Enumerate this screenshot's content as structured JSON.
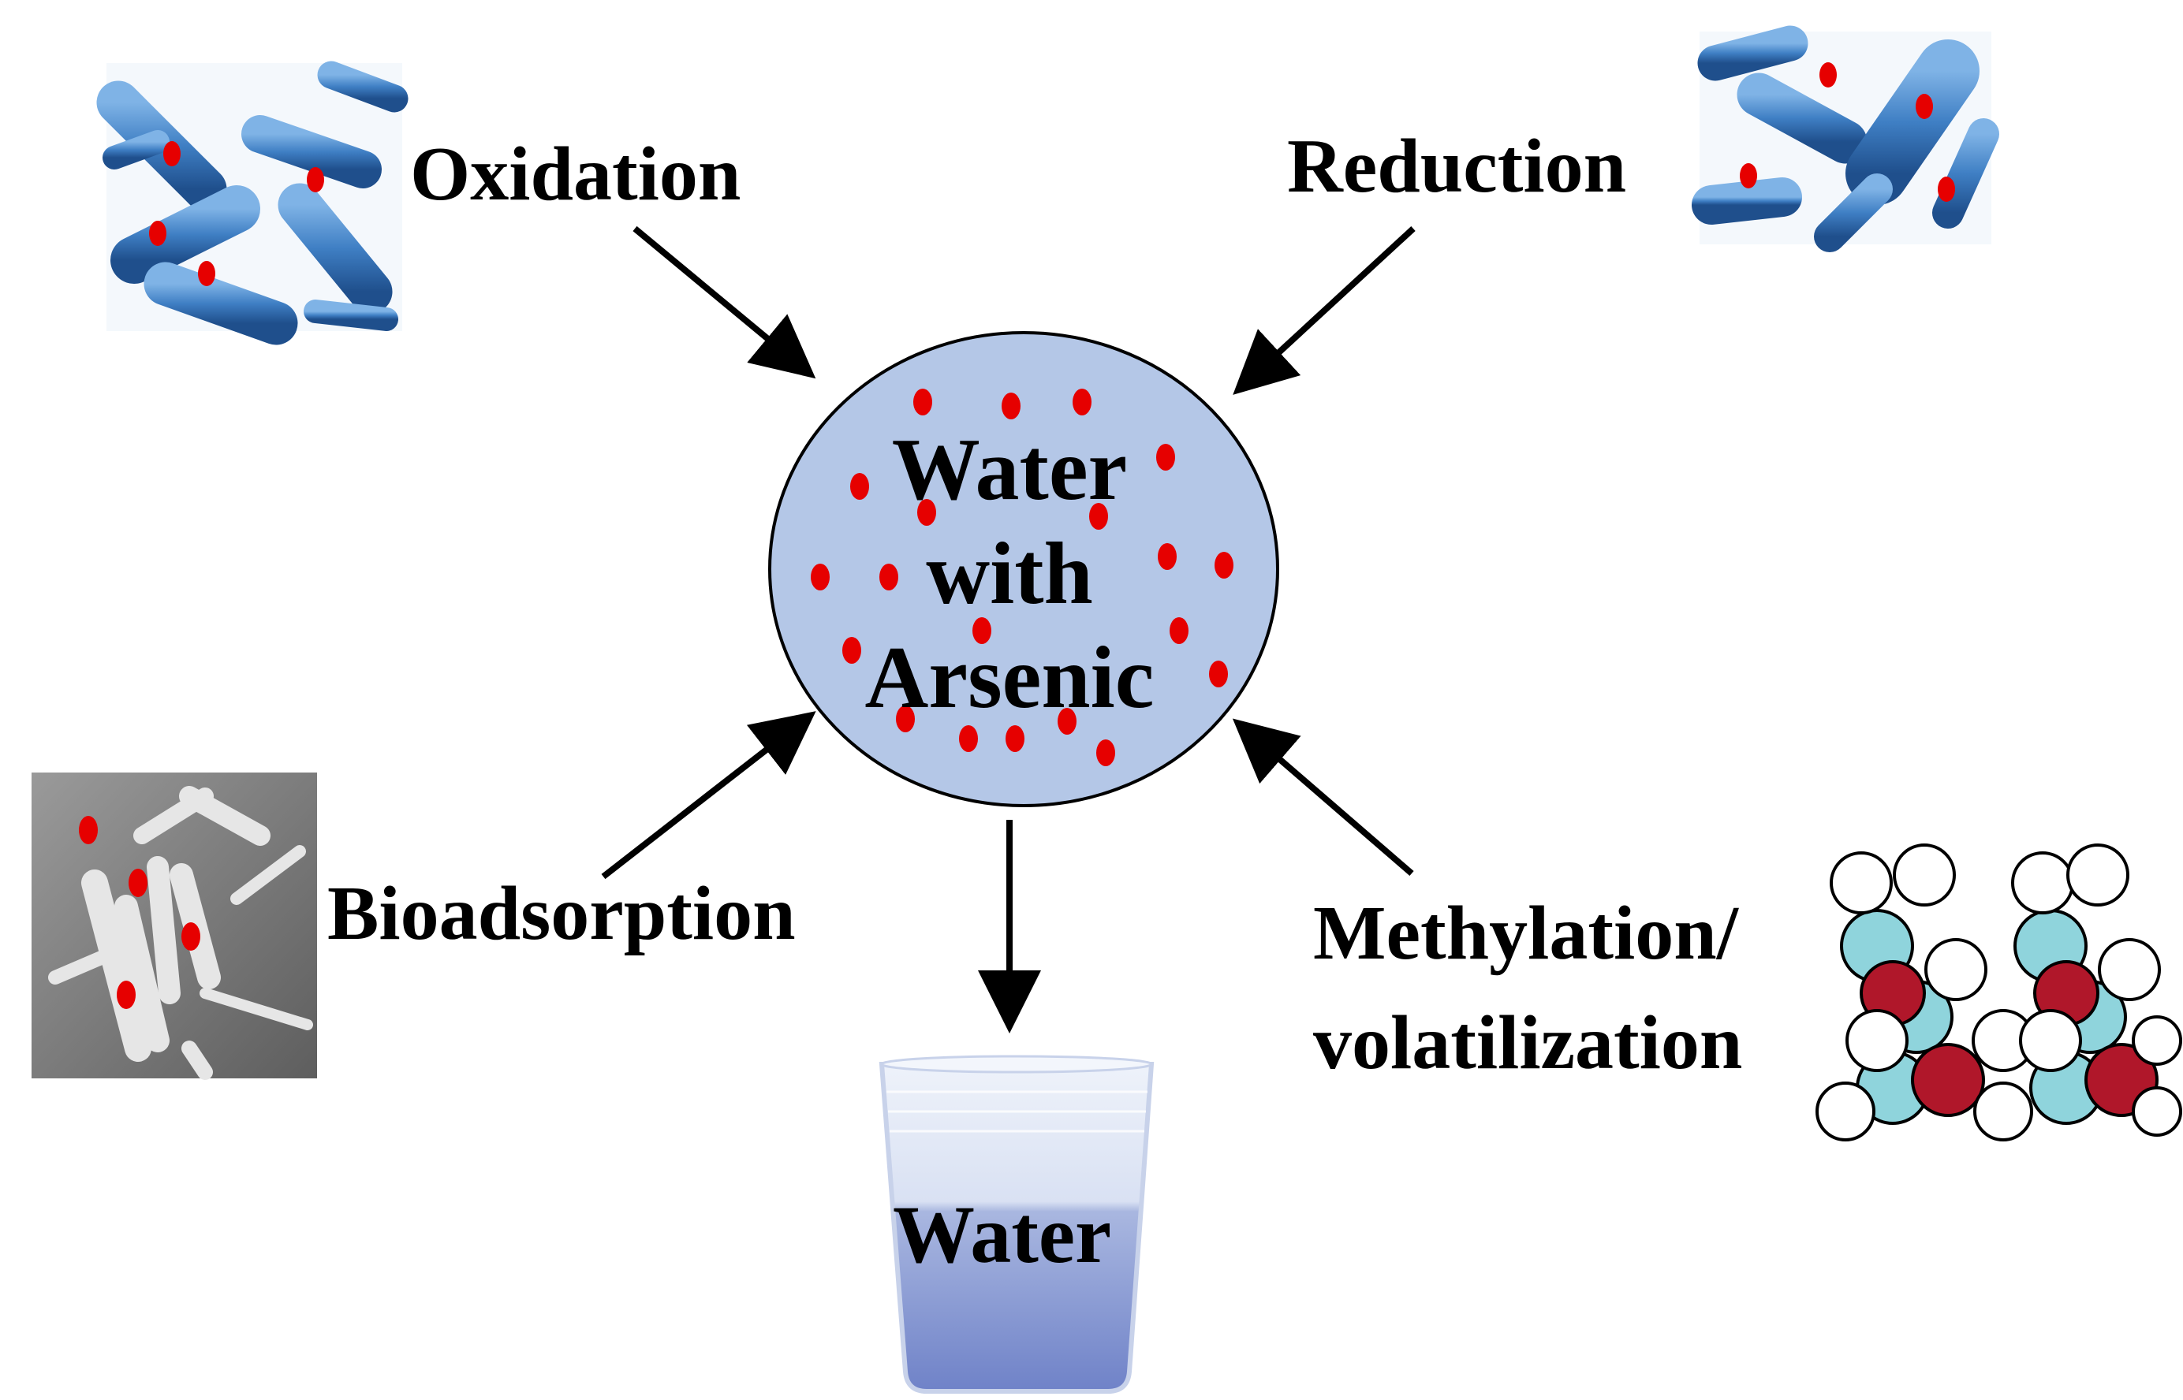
{
  "center": {
    "line1": "Water",
    "line2": "with",
    "line3": "Arsenic"
  },
  "processes": {
    "oxidation": "Oxidation",
    "reduction": "Reduction",
    "bioadsorption": "Bioadsorption",
    "methylation_line1": "Methylation/",
    "methylation_line2": "volatilization"
  },
  "output": {
    "label": "Water"
  },
  "colors": {
    "circle_fill": "#b4c7e7",
    "arsenic_dot": "#e60000",
    "arrow": "#000000",
    "bacteria": "#3f7fc4",
    "molecule_blue": "#8fd4dc",
    "molecule_red": "#b0172a"
  }
}
